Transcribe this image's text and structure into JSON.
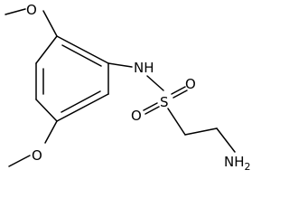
{
  "molecule": {
    "atoms": {
      "methoxy_top": "O",
      "methoxy_bottom": "O",
      "amide_n": "NH",
      "sulfur": "S",
      "sulfonyl_o_top": "O",
      "sulfonyl_o_left": "O",
      "amine_n": "NH",
      "amine_subscript": "2"
    }
  }
}
